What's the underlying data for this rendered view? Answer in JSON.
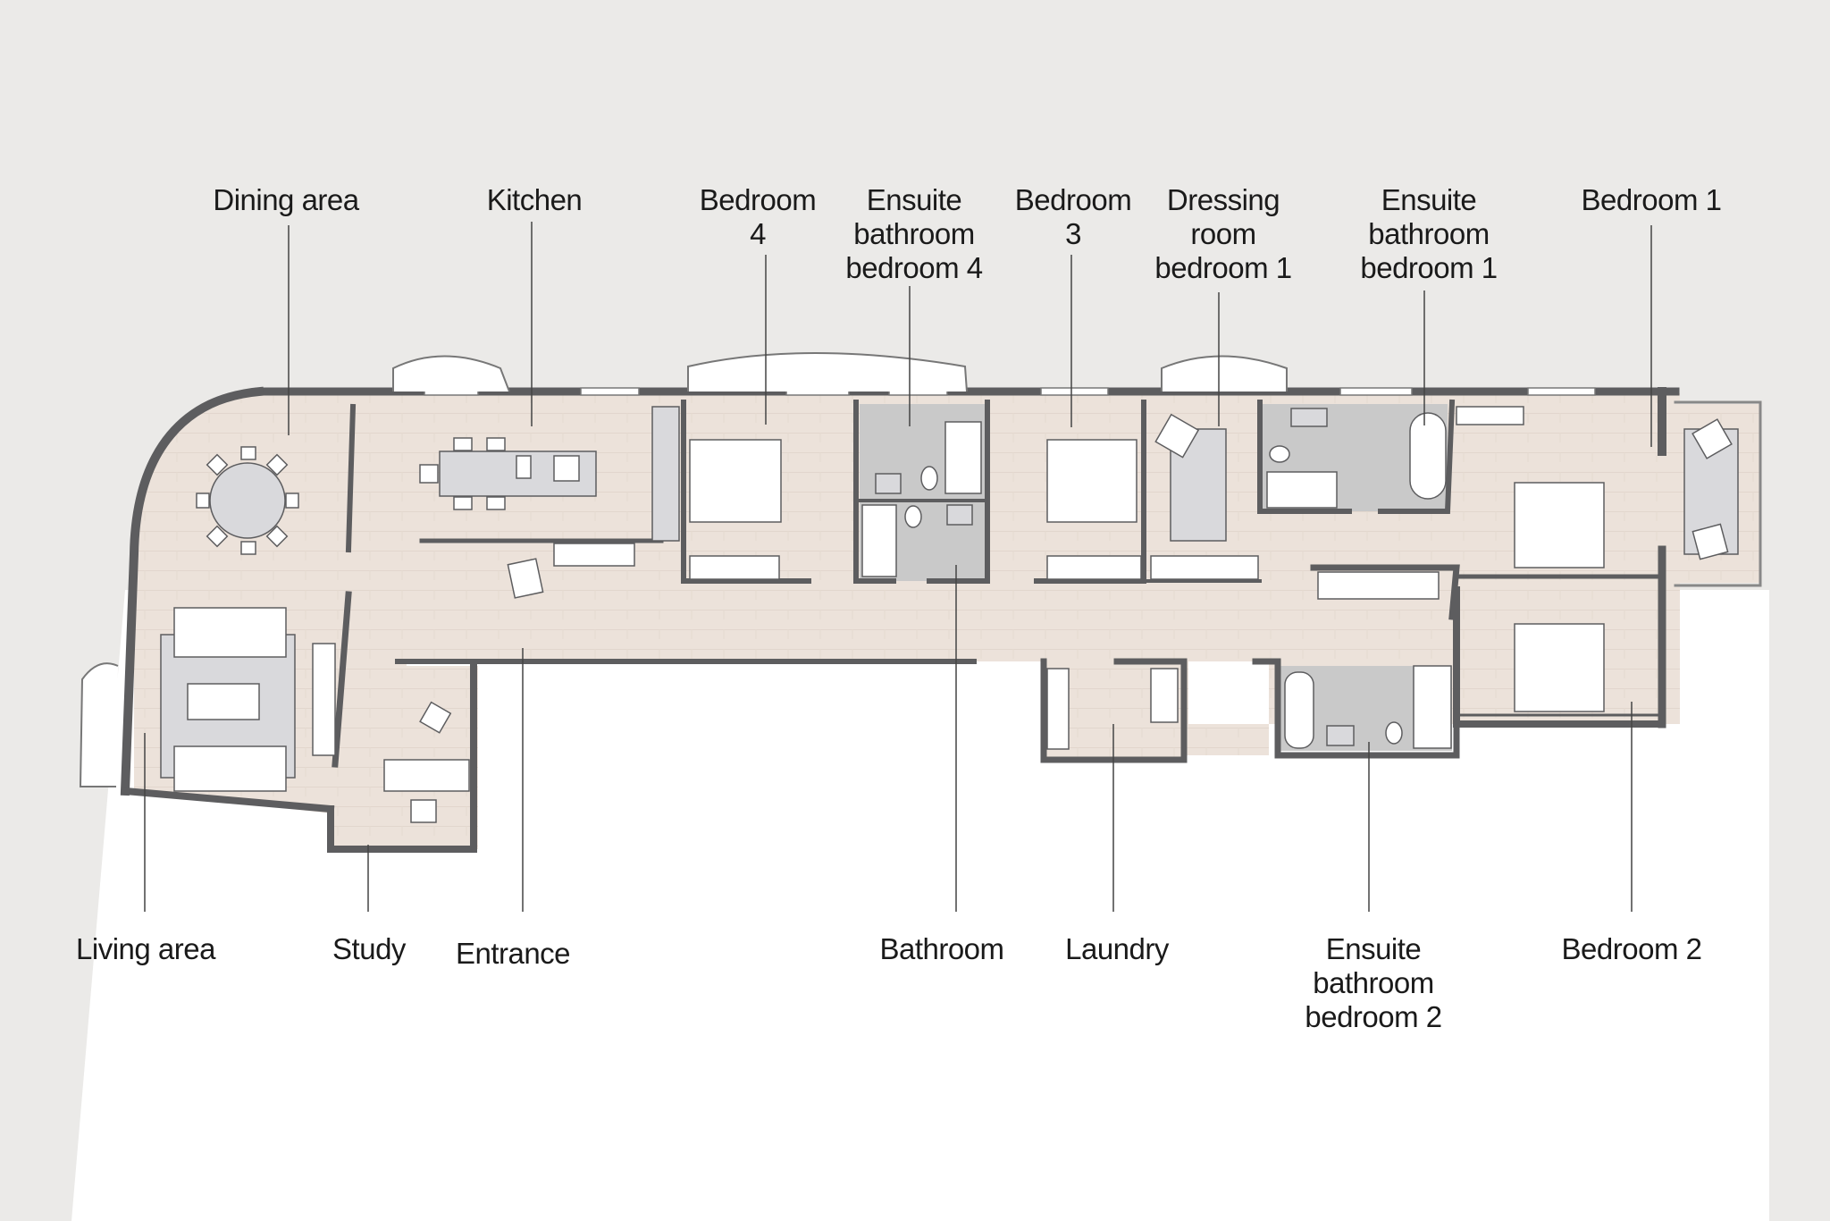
{
  "colors": {
    "background": "#ebeae8",
    "lower_background": "#ffffff",
    "floor": "#ece2da",
    "wall": "#5d5d5f",
    "wet_area": "#c9c9c9",
    "furniture": "#d9d9dc",
    "leader": "#444444"
  },
  "labels": {
    "dining_area": [
      "Dining area"
    ],
    "kitchen": [
      "Kitchen"
    ],
    "bedroom_4": [
      "Bedroom",
      "4"
    ],
    "ensuite_bedroom_4": [
      "Ensuite",
      "bathroom",
      "bedroom 4"
    ],
    "bedroom_3": [
      "Bedroom",
      "3"
    ],
    "dressing_room_bedroom_1": [
      "Dressing",
      "room",
      "bedroom 1"
    ],
    "ensuite_bedroom_1": [
      "Ensuite",
      "bathroom",
      "bedroom 1"
    ],
    "bedroom_1": [
      "Bedroom 1"
    ],
    "living_area": [
      "Living area"
    ],
    "study": [
      "Study"
    ],
    "entrance": [
      "Entrance"
    ],
    "bathroom": [
      "Bathroom"
    ],
    "laundry": [
      "Laundry"
    ],
    "ensuite_bedroom_2": [
      "Ensuite",
      "bathroom",
      "bedroom 2"
    ],
    "bedroom_2": [
      "Bedroom 2"
    ]
  }
}
